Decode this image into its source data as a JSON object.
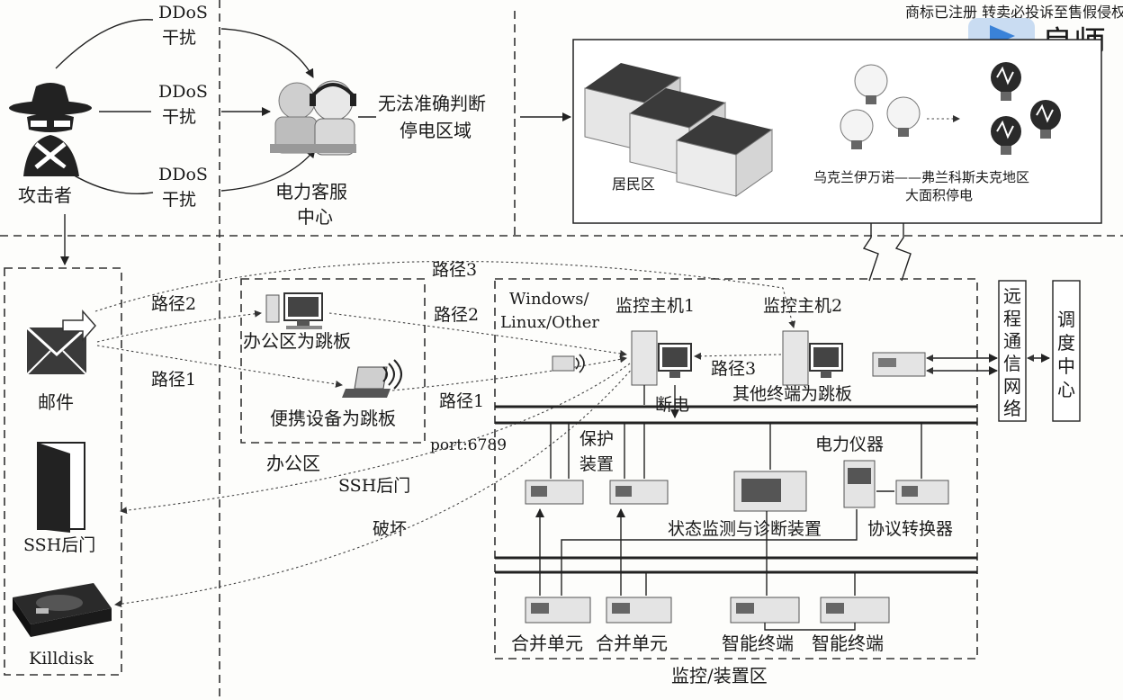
{
  "watermark": {
    "text": "商标已注册 转卖必投诉至售假侵权",
    "brand": "良师"
  },
  "attacker": {
    "label": "攻击者",
    "ddos_1": "DDoS",
    "ddos_1b": "干扰",
    "ddos_2": "DDoS",
    "ddos_2b": "干扰",
    "ddos_3": "DDoS",
    "ddos_3b": "干扰"
  },
  "call_center": {
    "label_1": "电力客服",
    "label_2": "中心",
    "cannot_1": "无法准确判断",
    "cannot_2": "停电区域"
  },
  "residential": {
    "label": "居民区",
    "outage_1": "乌克兰伊万诺——弗兰科斯夫克地区",
    "outage_2": "大面积停电"
  },
  "tools": {
    "mail": "邮件",
    "ssh": "SSH后门",
    "killdisk": "Killdisk"
  },
  "office": {
    "path2": "路径2",
    "path1": "路径1",
    "office_jump": "办公区为跳板",
    "portable_jump": "便携设备为跳板",
    "zone": "办公区",
    "path3_top": "路径3",
    "path2_mid": "路径2",
    "path1_mid": "路径1",
    "port": "port:6789",
    "ssh_back": "SSH后门",
    "destroy": "破坏"
  },
  "monitor_zone": {
    "os_1": "Windows/",
    "os_2": "Linux/Other",
    "host1": "监控主机1",
    "host2": "监控主机2",
    "path3": "路径3",
    "other_jump": "其他终端为跳板",
    "power_off": "断电",
    "protect_1": "保护",
    "protect_2": "装置",
    "instrument": "电力仪器",
    "status_diag": "状态监测与诊断装置",
    "protocol_conv": "协议转换器",
    "merge_1": "合并单元",
    "merge_2": "合并单元",
    "smart_1": "智能终端",
    "smart_2": "智能终端",
    "zone": "监控/装置区"
  },
  "remote": {
    "network": [
      "远",
      "程",
      "通",
      "信",
      "网",
      "络"
    ],
    "dispatch": [
      "调",
      "度",
      "中",
      "心"
    ]
  }
}
